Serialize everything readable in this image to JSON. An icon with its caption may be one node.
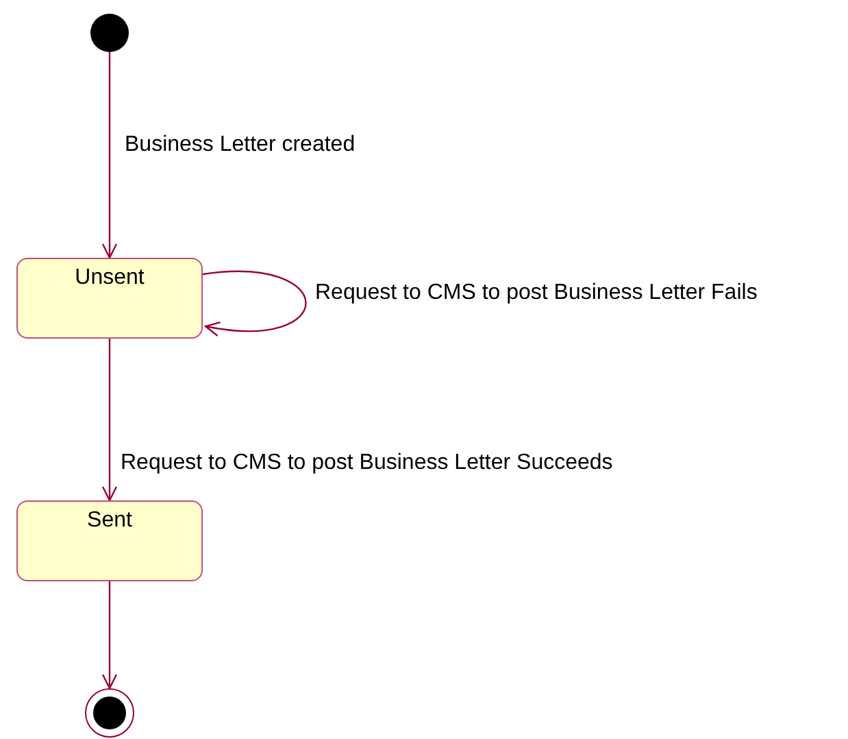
{
  "diagram": {
    "nodes": [
      {
        "text": [],
        "shape": "circle"
      },
      {
        "text": [
          "Unsent"
        ]
      },
      {
        "text": [
          "Sent"
        ]
      },
      {
        "text": [],
        "shape": "circle"
      }
    ],
    "edges": [
      {
        "from": 0,
        "to": 1,
        "arrow": "to",
        "label": "Business Letter created"
      },
      {
        "from": 1,
        "to": 1,
        "arrow": "to",
        "label": "Request to CMS to post Business Letter Fails"
      },
      {
        "from": 1,
        "to": 2,
        "arrow": "to",
        "label": "Request to CMS to post Business Letter Succeeds"
      },
      {
        "from": 2,
        "to": 3,
        "arrow": "to"
      }
    ]
  }
}
